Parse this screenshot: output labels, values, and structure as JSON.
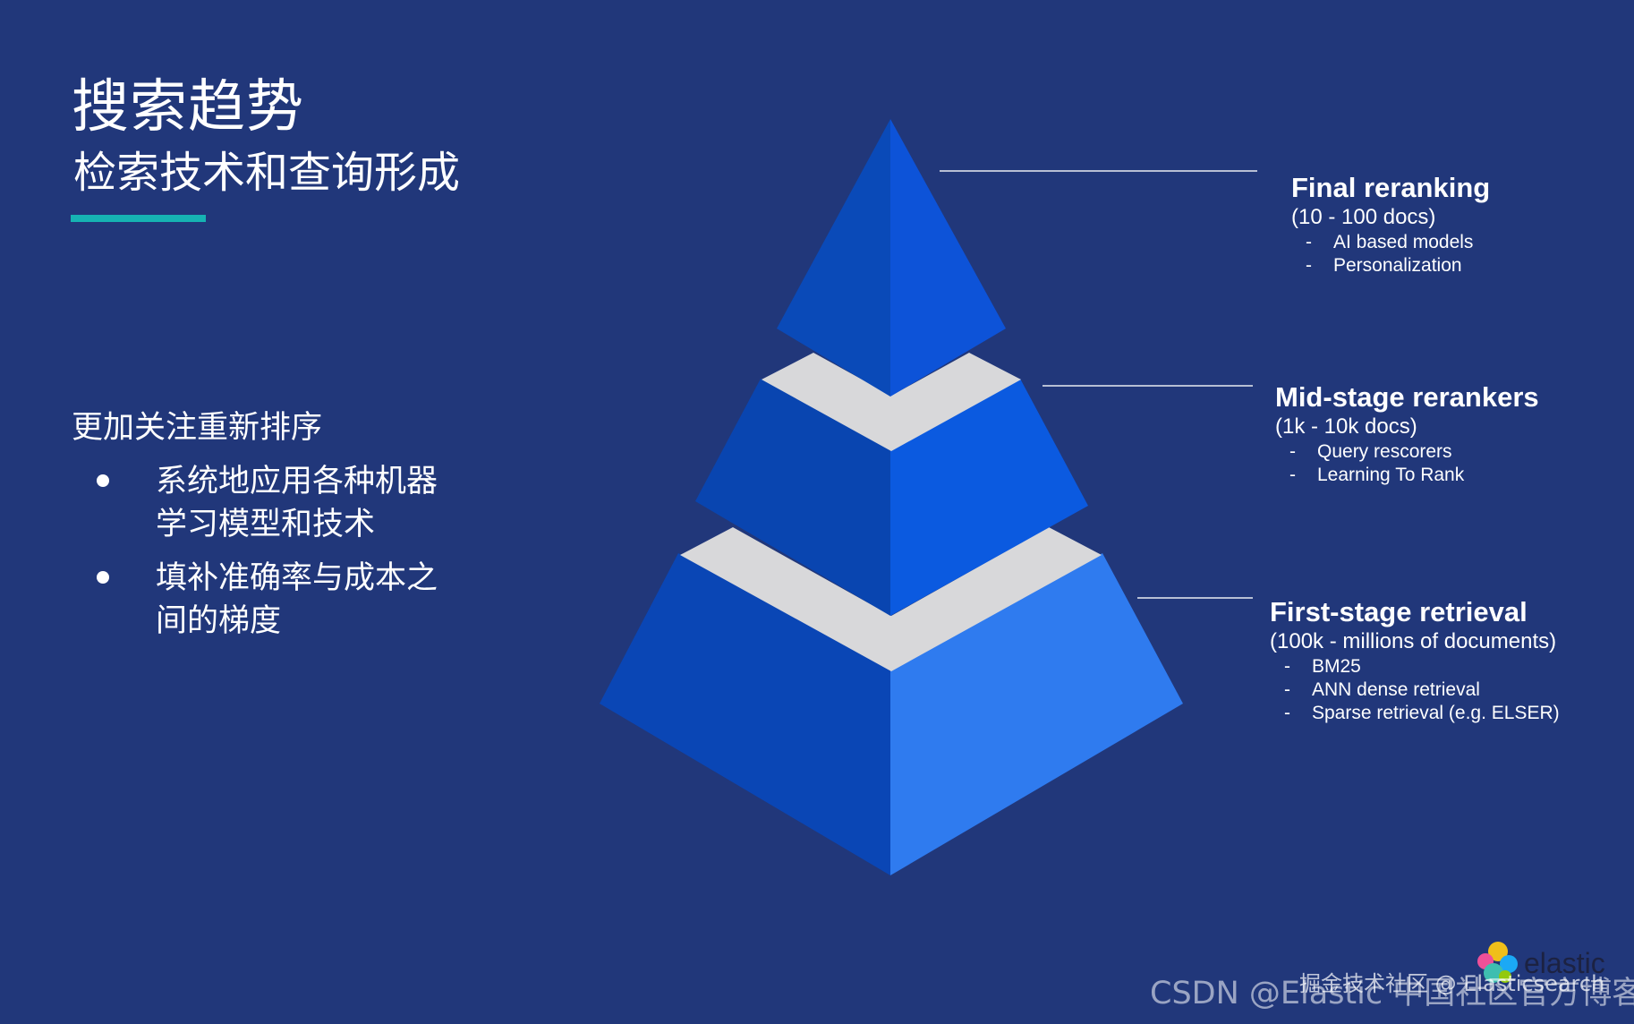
{
  "slide": {
    "title": "搜索趋势",
    "subtitle": "检索技术和查询形成",
    "focus_heading": "更加关注重新排序",
    "bullets": [
      {
        "text": "系统地应用各种机器学习模型和技术"
      },
      {
        "text": "填补准确率与成本之间的梯度"
      }
    ]
  },
  "pyramid": {
    "colors": {
      "background": "#21377a",
      "top_left": "#0a4ab8",
      "top_right": "#0d53d8",
      "mid_left": "#0945b0",
      "mid_right": "#0b5ae0",
      "base_left": "#0a46b5",
      "base_right": "#2f7bef",
      "band": "#d8d8da",
      "leader_line": "#b7bfd4",
      "accent_bar": "#16b3b3"
    },
    "tiers": [
      {
        "title": "Final reranking",
        "range": "(10 - 100 docs)",
        "items": [
          {
            "dash": "-",
            "text": "AI based models"
          },
          {
            "dash": "-",
            "text": "Personalization"
          }
        ]
      },
      {
        "title": "Mid-stage rerankers",
        "range": "(1k - 10k docs)",
        "items": [
          {
            "dash": "-",
            "text": "Query rescorers"
          },
          {
            "dash": "-",
            "text": "Learning To Rank"
          }
        ]
      },
      {
        "title": "First-stage retrieval",
        "range": "(100k - millions of documents)",
        "items": [
          {
            "dash": "-",
            "text": "BM25"
          },
          {
            "dash": "-",
            "text": "ANN dense retrieval"
          },
          {
            "dash": "-",
            "text": "Sparse retrieval (e.g. ELSER)"
          }
        ]
      }
    ]
  },
  "footer": {
    "logo_text": "elastic",
    "logo_icon": "elastic-logo-icon",
    "watermark_juejin": "掘金技术社区 @ Elasticsearch",
    "watermark_csdn": "CSDN @Elastic 中国社区官方博客"
  }
}
